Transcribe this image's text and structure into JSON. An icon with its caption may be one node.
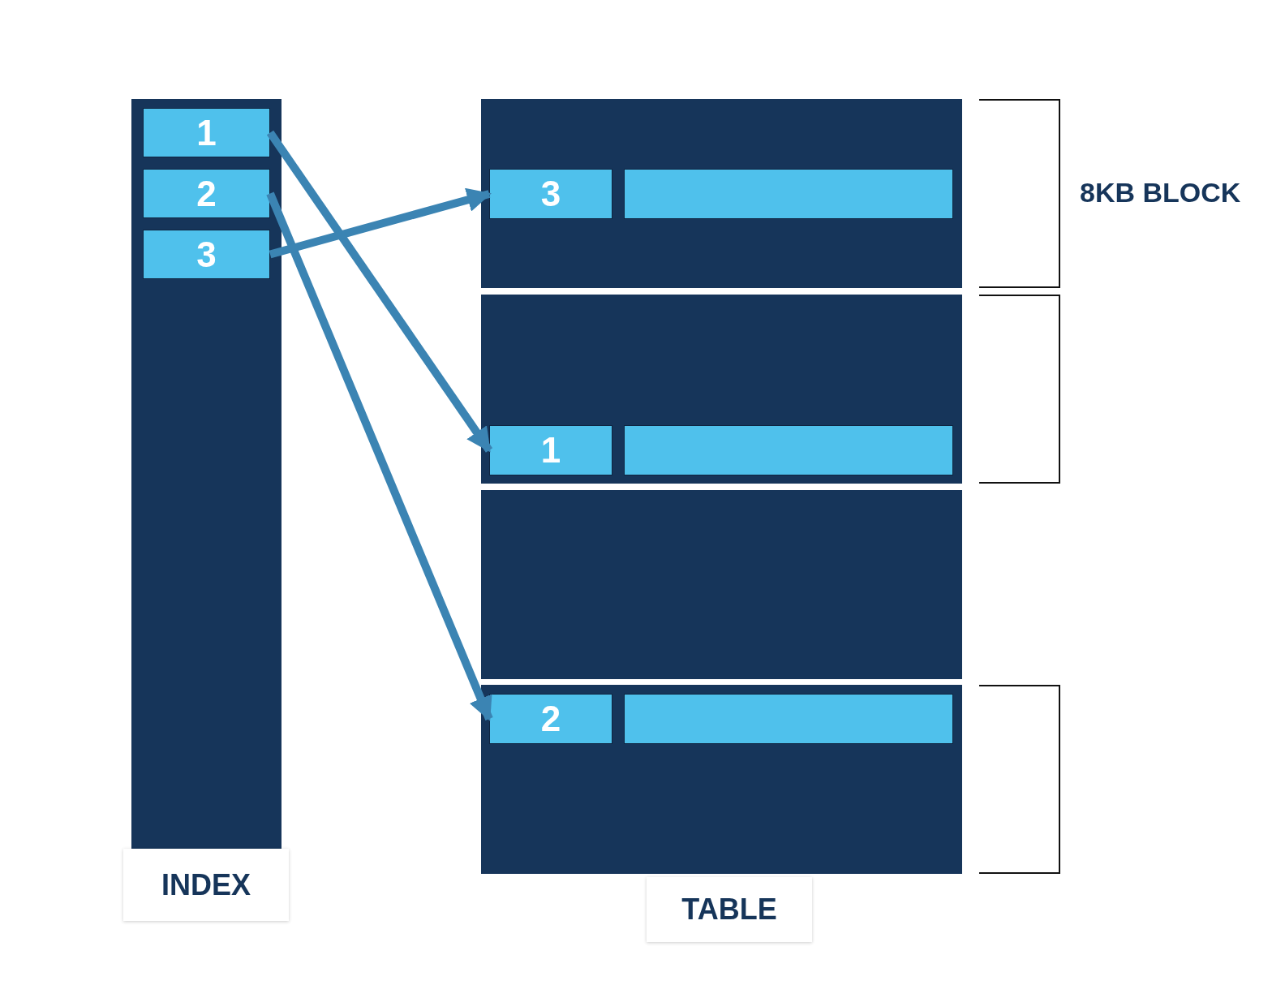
{
  "diagram": {
    "nodes": [
      {
        "text": [
          "INDEX"
        ]
      },
      {
        "text": [
          "1"
        ],
        "in": 0
      },
      {
        "text": [
          "2"
        ],
        "in": 0
      },
      {
        "text": [
          "3"
        ],
        "in": 0
      },
      {
        "text": [
          "TABLE"
        ]
      },
      {
        "text": [],
        "shape": "box",
        "in": 4
      },
      {
        "text": [
          "3"
        ],
        "in": 5
      },
      {
        "text": [],
        "shape": "bar",
        "in": 5
      },
      {
        "text": [],
        "shape": "box",
        "in": 4
      },
      {
        "text": [
          "1"
        ],
        "in": 8
      },
      {
        "text": [],
        "shape": "bar",
        "in": 8
      },
      {
        "text": [],
        "shape": "box",
        "in": 4
      },
      {
        "text": [],
        "shape": "box",
        "in": 4
      },
      {
        "text": [
          "2"
        ],
        "in": 12
      },
      {
        "text": [],
        "shape": "bar",
        "in": 12
      }
    ],
    "edges": [
      {
        "from": 1,
        "to": 9,
        "arrow": "to"
      },
      {
        "from": 2,
        "to": 13,
        "arrow": "to"
      },
      {
        "from": 3,
        "to": 6,
        "arrow": "to"
      }
    ],
    "labels": [
      "8KB BLOCK"
    ]
  }
}
